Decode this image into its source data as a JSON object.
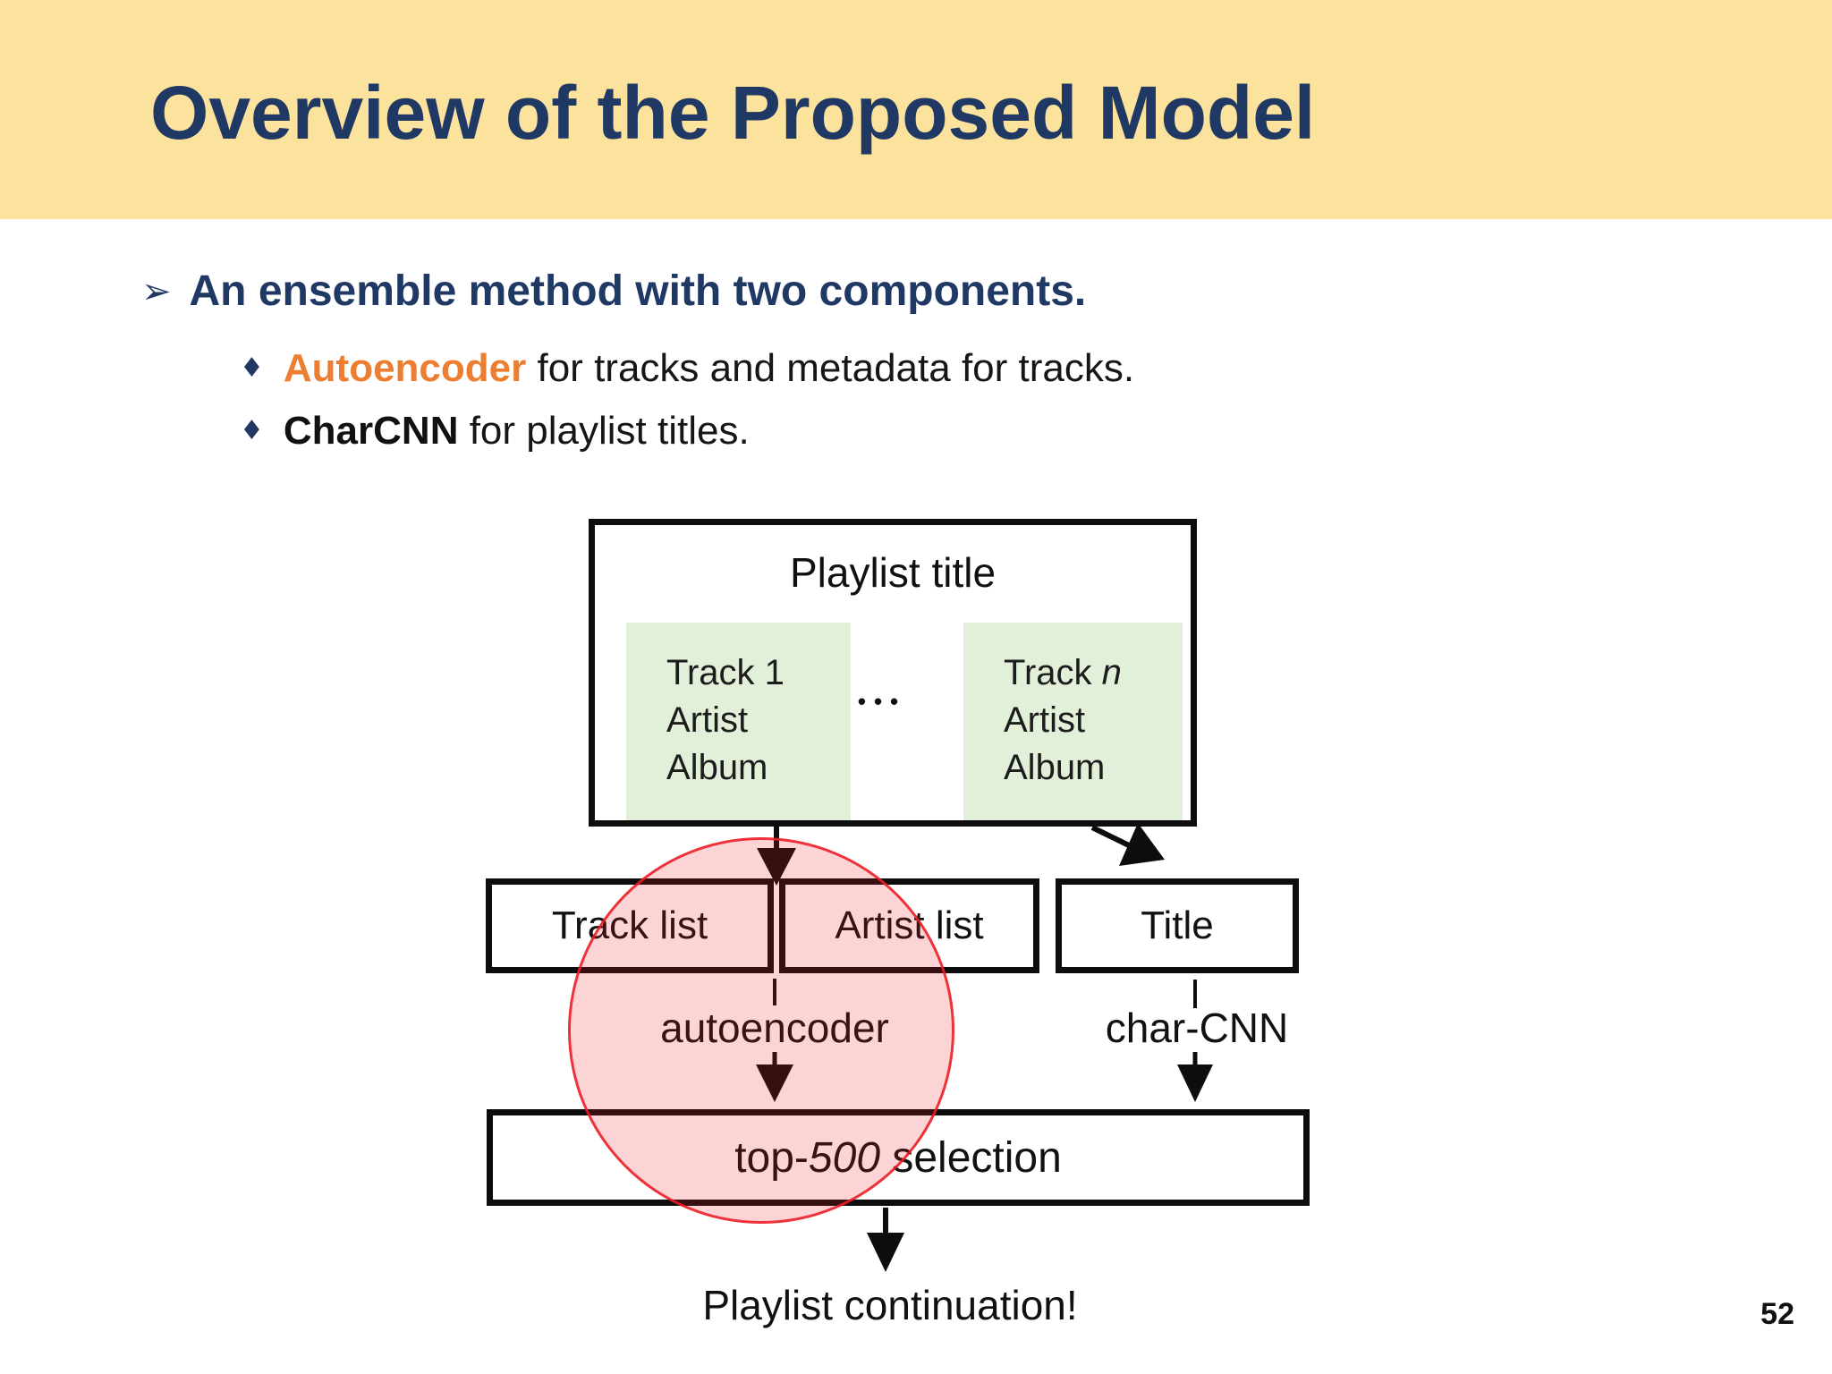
{
  "slide": {
    "title": "Overview of the Proposed Model",
    "page_number": "52"
  },
  "bullets": {
    "arrow_glyph": "➢",
    "diamond_glyph": "♦",
    "main": "An ensemble method with two components.",
    "sub1_highlight": "Autoencoder",
    "sub1_rest": " for tracks and metadata for tracks.",
    "sub2_highlight": "CharCNN",
    "sub2_rest": " for playlist titles."
  },
  "diagram": {
    "playlist_box_label": "Playlist title",
    "cards": [
      {
        "line1": "Track 1",
        "line2": "Artist",
        "line3": "Album"
      },
      {
        "line1_prefix": "Track ",
        "line1_var": "n",
        "line2": "Artist",
        "line3": "Album"
      }
    ],
    "ellipsis": "•••",
    "boxes": {
      "track": "Track list",
      "artist": "Artist list",
      "title": "Title"
    },
    "labels": {
      "autoencoder": "autoencoder",
      "charcnn": "char-CNN"
    },
    "selection": {
      "prefix": "top-",
      "number": "500",
      "suffix": " selection"
    },
    "output": "Playlist continuation!"
  },
  "colors": {
    "band_yellow": "#FBE29D",
    "heading_navy": "#1F3864",
    "accent_orange": "#ED7D31",
    "card_green": "#E2EFD9",
    "highlight_red": "#EC1C24",
    "ink_black": "#111111"
  }
}
